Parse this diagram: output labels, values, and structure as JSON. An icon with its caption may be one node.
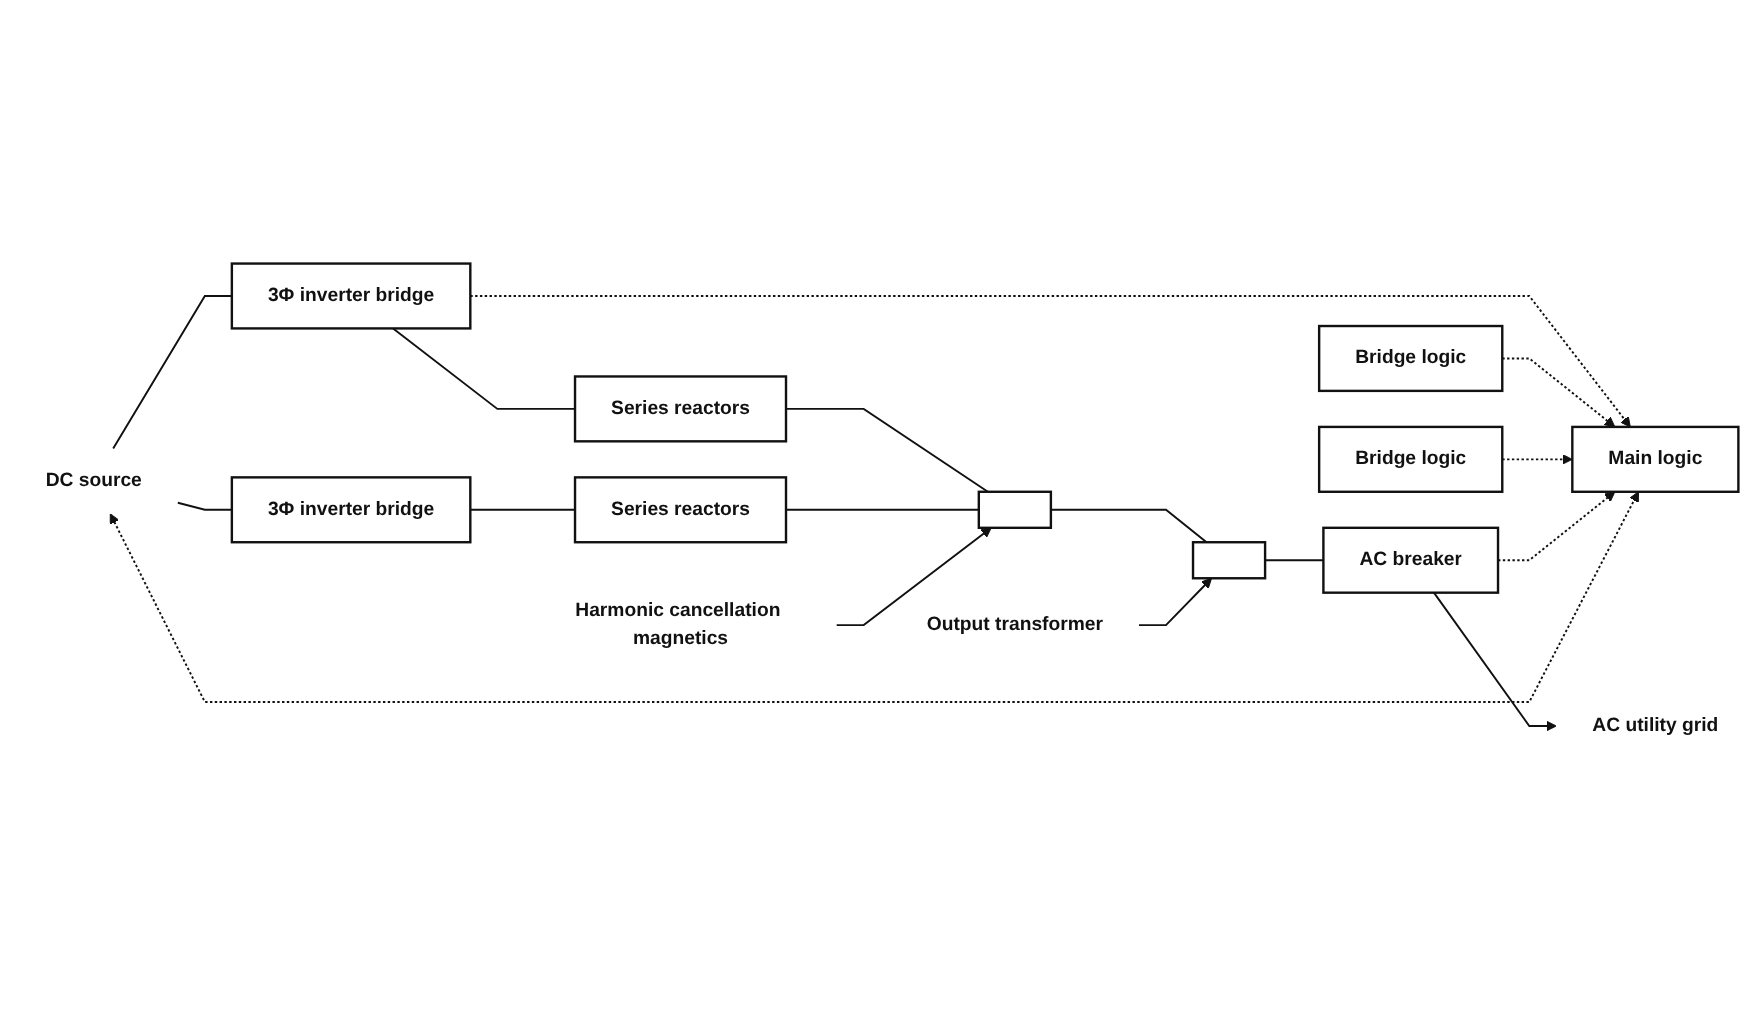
{
  "diagram": {
    "nodes": [
      {
        "text": [
          "DC source"
        ]
      },
      {
        "text": [
          "3Φ inverter bridge"
        ]
      },
      {
        "text": [
          "Bridge logic"
        ]
      },
      {
        "text": [
          "3Φ inverter bridge"
        ]
      },
      {
        "text": [
          "Bridge logic"
        ]
      },
      {
        "text": [
          "Series reactors"
        ]
      },
      {
        "text": [
          "Series reactors"
        ]
      },
      {
        "text": [],
        "shape": "box"
      },
      {
        "text": [
          "Harmonic cancellation magnetics"
        ]
      },
      {
        "text": [
          "Output transformer"
        ]
      },
      {
        "text": [],
        "shape": "box"
      },
      {
        "text": [
          "AC breaker"
        ]
      },
      {
        "text": [
          "AC utility grid"
        ]
      },
      {
        "text": [
          "Main logic"
        ]
      }
    ],
    "edges": [
      {
        "from": 0,
        "to": 1,
        "arrow": "none"
      },
      {
        "from": 0,
        "to": 3,
        "arrow": "none"
      },
      {
        "from": 1,
        "to": 5,
        "arrow": "none"
      },
      {
        "from": 3,
        "to": 6,
        "arrow": "none"
      },
      {
        "from": 5,
        "to": 7,
        "arrow": "none"
      },
      {
        "from": 6,
        "to": 7,
        "arrow": "none"
      },
      {
        "from": 7,
        "to": 10,
        "arrow": "none"
      },
      {
        "from": 10,
        "to": 11,
        "arrow": "none"
      },
      {
        "from": 11,
        "to": 12,
        "arrow": "to"
      },
      {
        "from": 8,
        "to": 7,
        "arrow": "to"
      },
      {
        "from": 9,
        "to": 10,
        "arrow": "to"
      },
      {
        "from": 1,
        "to": 13,
        "arrow": "to",
        "style": "dashed"
      },
      {
        "from": 2,
        "to": 13,
        "arrow": "to",
        "style": "dashed"
      },
      {
        "from": 4,
        "to": 13,
        "arrow": "to",
        "style": "dashed"
      },
      {
        "from": 11,
        "to": 13,
        "arrow": "to",
        "style": "dashed"
      },
      {
        "from": 0,
        "to": 13,
        "arrow": "both",
        "style": "dashed"
      }
    ]
  }
}
